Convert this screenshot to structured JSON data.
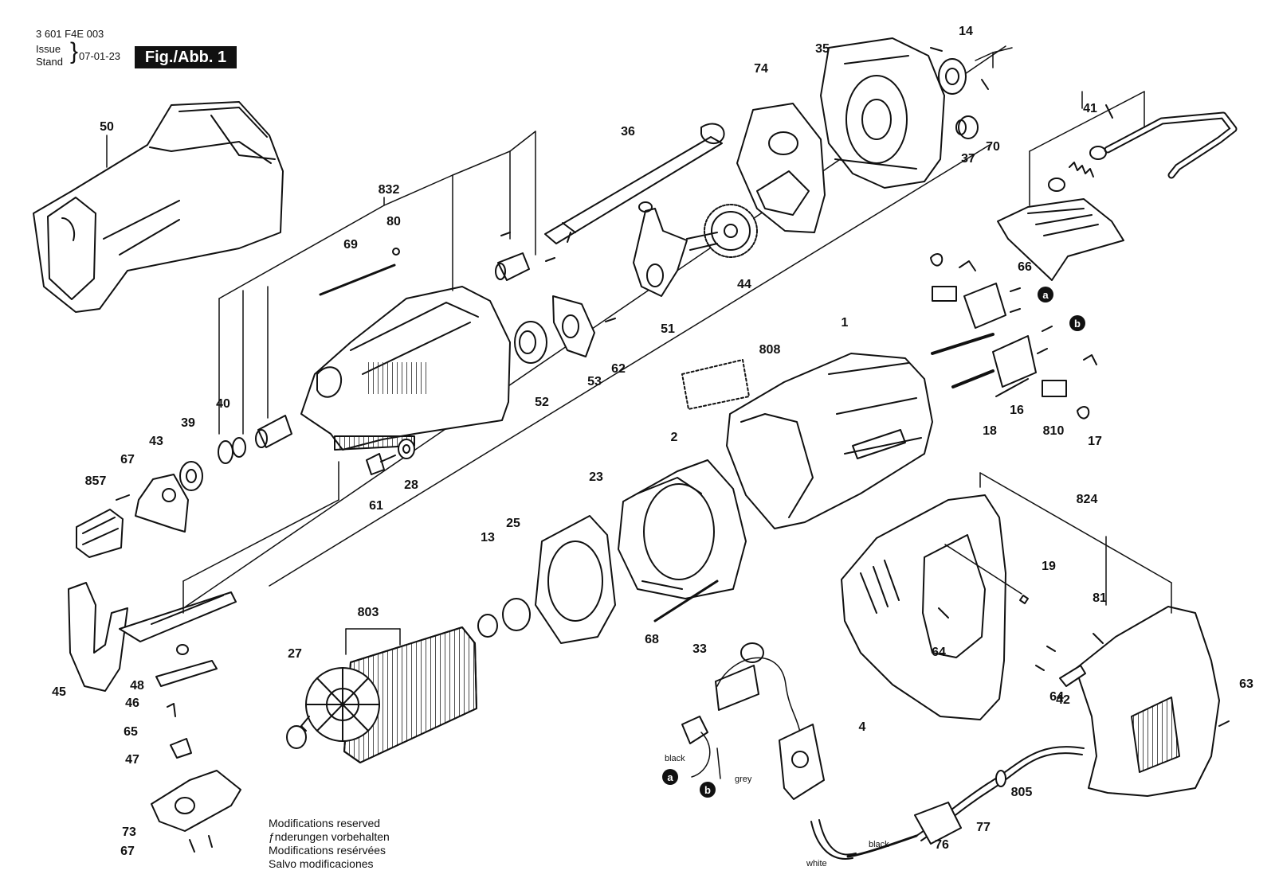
{
  "header": {
    "part_number": "3 601 F4E 003",
    "issue_label": "Issue",
    "stand_label": "Stand",
    "date": "07-01-23",
    "figure_label": "Fig./Abb. 1"
  },
  "part_numbers": [
    "1",
    "2",
    "4",
    "13",
    "14",
    "16",
    "17",
    "18",
    "19",
    "23",
    "25",
    "27",
    "28",
    "33",
    "35",
    "36",
    "37",
    "39",
    "40",
    "41",
    "42",
    "43",
    "44",
    "45",
    "46",
    "47",
    "48",
    "50",
    "51",
    "52",
    "53",
    "61",
    "62",
    "63",
    "64",
    "64",
    "65",
    "66",
    "67",
    "67",
    "68",
    "69",
    "70",
    "73",
    "74",
    "76",
    "77",
    "80",
    "81",
    "803",
    "805",
    "808",
    "810",
    "824",
    "832",
    "857"
  ],
  "wire_labels": {
    "black1": "black",
    "grey": "grey",
    "black2": "black",
    "white": "white"
  },
  "markers": {
    "a": "a",
    "b": "b"
  },
  "footer_notes": [
    "Modifications reserved",
    "ƒnderungen vorbehalten",
    "Modifications resérvées",
    "Salvo modificaciones"
  ]
}
